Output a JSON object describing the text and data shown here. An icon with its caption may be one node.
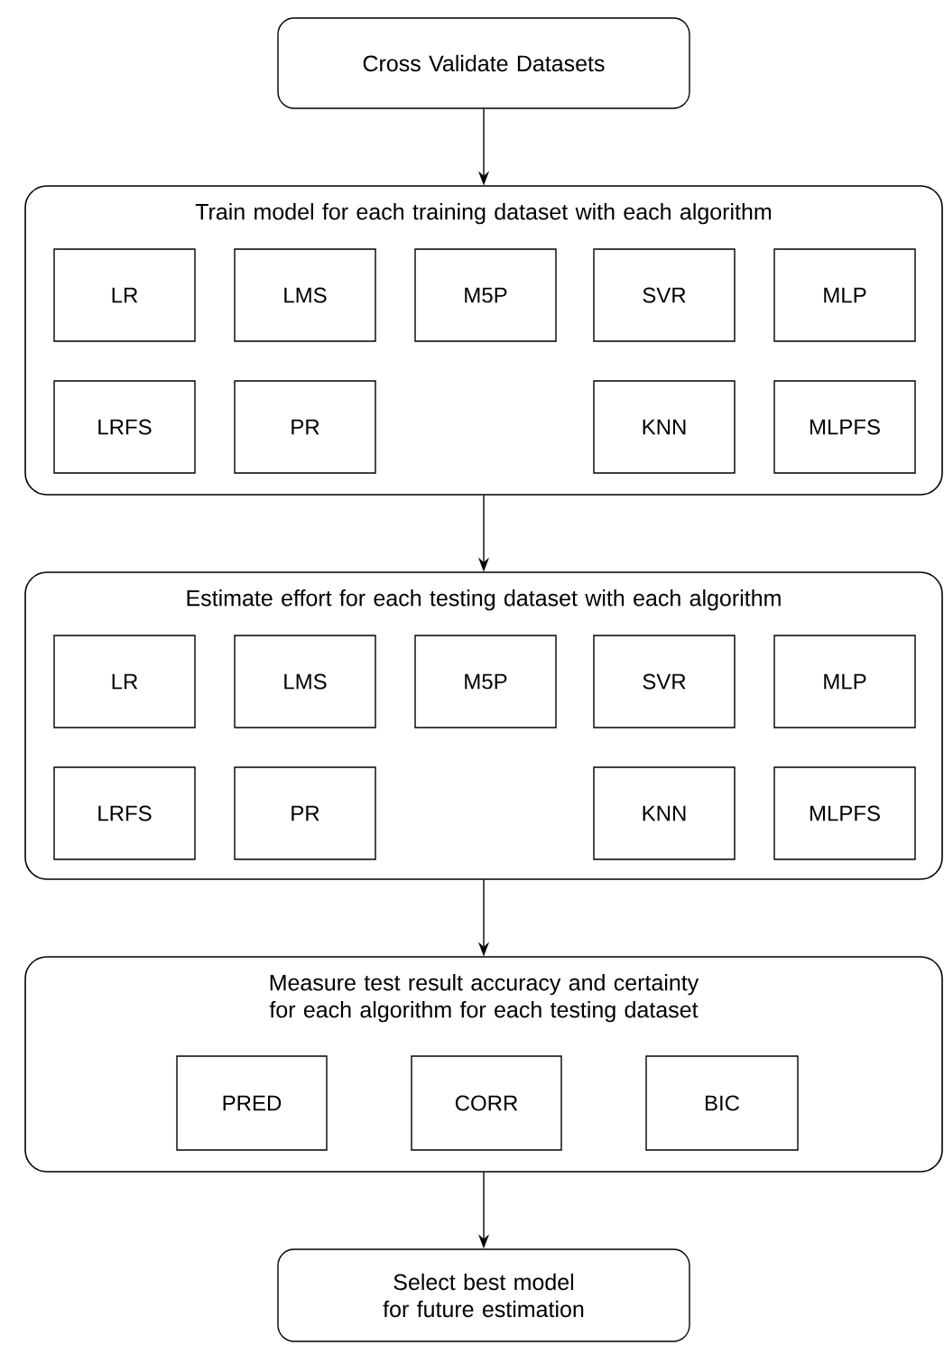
{
  "diagram": {
    "nodes": [
      {
        "text": [
          "Cross Validate Datasets"
        ]
      },
      {
        "text": [
          "Train model for each training dataset with each algorithm"
        ]
      },
      {
        "text": [
          "LR"
        ],
        "in": 1
      },
      {
        "text": [
          "LMS"
        ],
        "in": 1
      },
      {
        "text": [
          "M5P"
        ],
        "in": 1
      },
      {
        "text": [
          "SVR"
        ],
        "in": 1
      },
      {
        "text": [
          "MLP"
        ],
        "in": 1
      },
      {
        "text": [
          "LRFS"
        ],
        "in": 1
      },
      {
        "text": [
          "PR"
        ],
        "in": 1
      },
      {
        "text": [
          "KNN"
        ],
        "in": 1
      },
      {
        "text": [
          "MLPFS"
        ],
        "in": 1
      },
      {
        "text": [
          "Estimate effort for each testing dataset with each algorithm"
        ]
      },
      {
        "text": [
          "LR"
        ],
        "in": 11
      },
      {
        "text": [
          "LMS"
        ],
        "in": 11
      },
      {
        "text": [
          "M5P"
        ],
        "in": 11
      },
      {
        "text": [
          "SVR"
        ],
        "in": 11
      },
      {
        "text": [
          "MLP"
        ],
        "in": 11
      },
      {
        "text": [
          "LRFS"
        ],
        "in": 11
      },
      {
        "text": [
          "PR"
        ],
        "in": 11
      },
      {
        "text": [
          "KNN"
        ],
        "in": 11
      },
      {
        "text": [
          "MLPFS"
        ],
        "in": 11
      },
      {
        "text": [
          "Measure test result accuracy and certainty for each algorithm for each testing dataset"
        ]
      },
      {
        "text": [
          "PRED"
        ],
        "in": 21
      },
      {
        "text": [
          "CORR"
        ],
        "in": 21
      },
      {
        "text": [
          "BIC"
        ],
        "in": 21
      },
      {
        "text": [
          "Select best model for future estimation"
        ]
      }
    ],
    "edges": [
      {
        "from": 0,
        "to": 1,
        "arrow": "to"
      },
      {
        "from": 1,
        "to": 11,
        "arrow": "to"
      },
      {
        "from": 11,
        "to": 21,
        "arrow": "to"
      },
      {
        "from": 21,
        "to": 25,
        "arrow": "to"
      }
    ]
  }
}
